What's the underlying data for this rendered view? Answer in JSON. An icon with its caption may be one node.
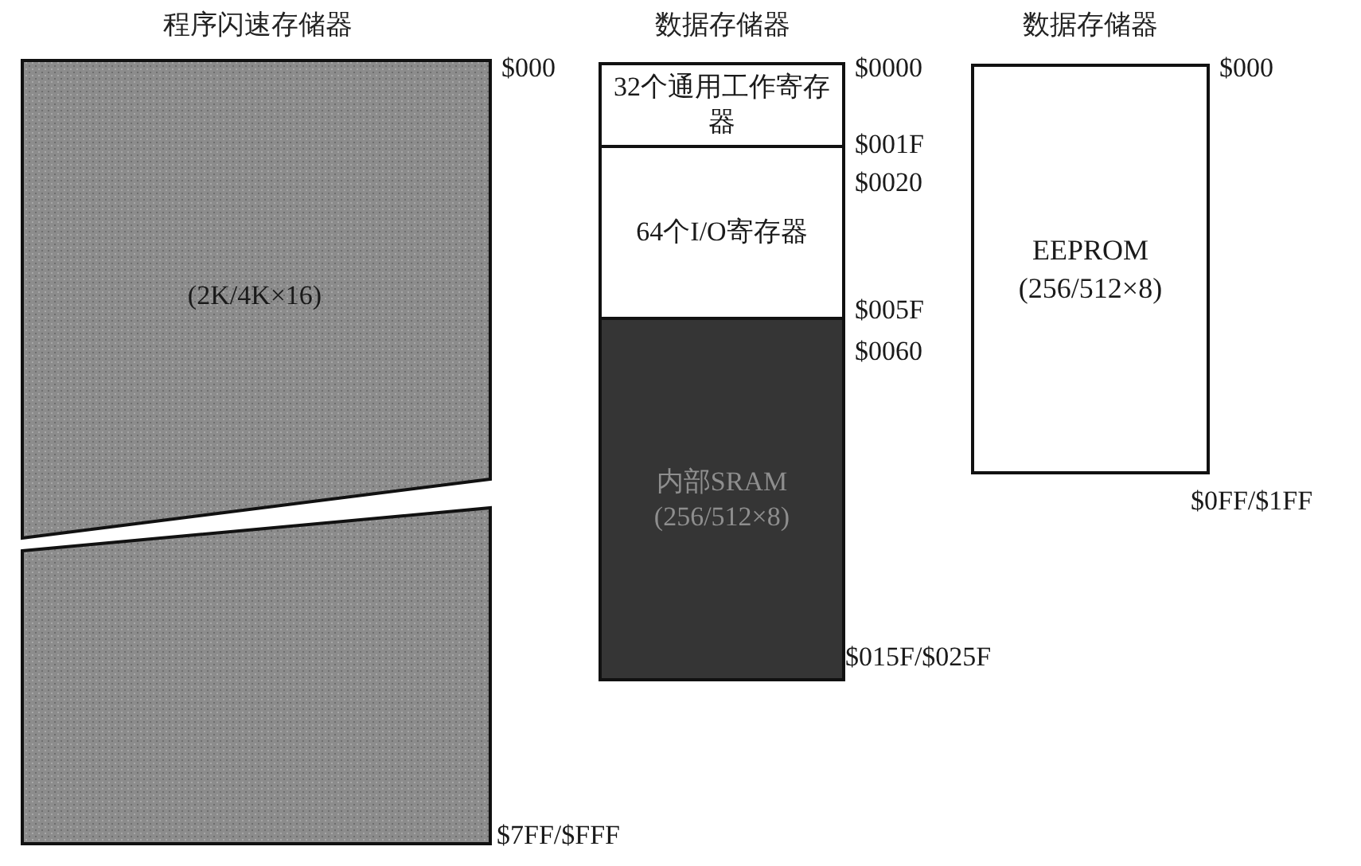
{
  "diagram": {
    "nodes": [
      {
        "text": [
          "程序闪速存储器",
          "(2K/4K×16)"
        ],
        "beside": [
          "$000",
          "$7FF/$FFF"
        ]
      },
      {
        "text": [
          "数据存储器"
        ]
      },
      {
        "text": [
          "32个通用工作寄存器"
        ],
        "in": 1,
        "beside": [
          "$0000",
          "$001F"
        ]
      },
      {
        "text": [
          "64个I/O寄存器"
        ],
        "in": 1,
        "beside": [
          "$0020",
          "$005F"
        ]
      },
      {
        "text": [
          "内部SRAM (256/512×8)"
        ],
        "in": 1,
        "beside": [
          "$0060",
          "$015F/$025F"
        ]
      },
      {
        "text": [
          "数据存储器",
          "EEPROM (256/512×8)"
        ],
        "beside": [
          "$000",
          "$0FF/$1FF"
        ]
      }
    ]
  }
}
